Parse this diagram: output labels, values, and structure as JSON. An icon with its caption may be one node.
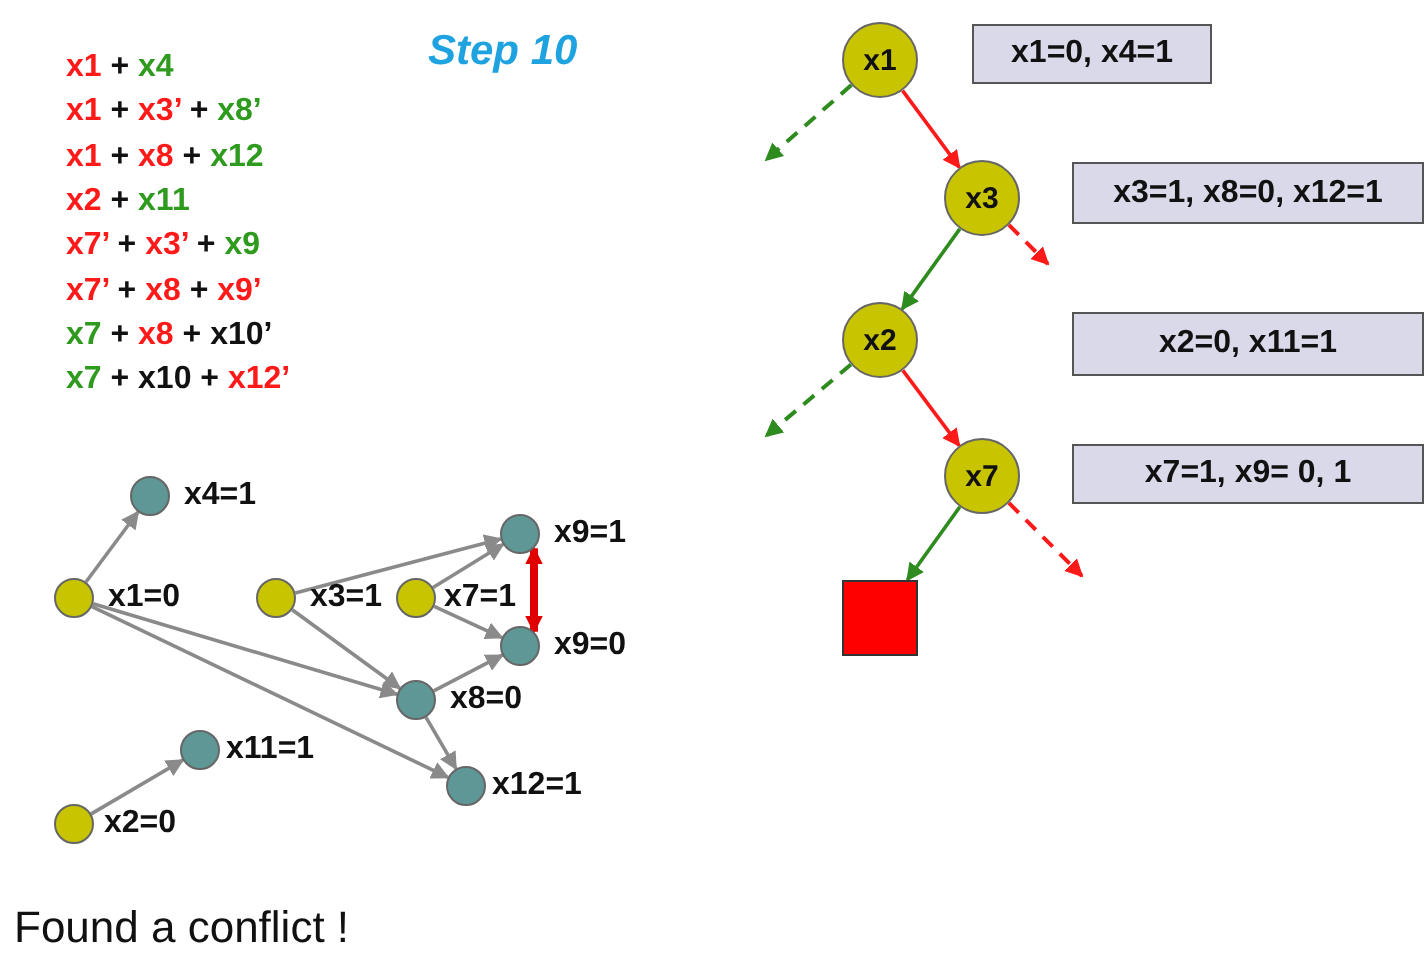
{
  "diagram": {
    "title": "Step 10",
    "caption": "Found a conflict !",
    "nodes": [
      {
        "text": [],
        "shape": "circle",
        "beside": [
          "x4=1"
        ]
      },
      {
        "text": [],
        "shape": "circle",
        "beside": [
          "x1=0"
        ]
      },
      {
        "text": [],
        "shape": "circle",
        "beside": [
          "x3=1"
        ]
      },
      {
        "text": [],
        "shape": "circle",
        "beside": [
          "x7=1"
        ]
      },
      {
        "text": [],
        "shape": "circle",
        "beside": [
          "x9=1"
        ]
      },
      {
        "text": [],
        "shape": "circle",
        "beside": [
          "x9=0"
        ]
      },
      {
        "text": [],
        "shape": "circle",
        "beside": [
          "x8=0"
        ]
      },
      {
        "text": [],
        "shape": "circle",
        "beside": [
          "x11=1"
        ]
      },
      {
        "text": [],
        "shape": "circle",
        "beside": [
          "x12=1"
        ]
      },
      {
        "text": [],
        "shape": "circle",
        "beside": [
          "x2=0"
        ]
      },
      {
        "text": [
          "x1"
        ]
      },
      {
        "text": [
          "x1=0, x4=1"
        ]
      },
      {
        "text": [
          "x3"
        ]
      },
      {
        "text": [
          "x3=1, x8=0, x12=1"
        ]
      },
      {
        "text": [
          "x2"
        ]
      },
      {
        "text": [
          "x2=0, x11=1"
        ]
      },
      {
        "text": [
          "x7"
        ]
      },
      {
        "text": [
          "x7=1, x9= 0, 1"
        ]
      },
      {
        "text": [],
        "shape": "box"
      }
    ],
    "edges": [
      {
        "from": 1,
        "to": 0,
        "arrow": "to"
      },
      {
        "from": 1,
        "to": 6,
        "arrow": "to"
      },
      {
        "from": 1,
        "to": 8,
        "arrow": "to"
      },
      {
        "from": 2,
        "to": 4,
        "arrow": "to"
      },
      {
        "from": 2,
        "to": 6,
        "arrow": "to"
      },
      {
        "from": 3,
        "to": 4,
        "arrow": "to"
      },
      {
        "from": 3,
        "to": 5,
        "arrow": "to"
      },
      {
        "from": 6,
        "to": 5,
        "arrow": "to"
      },
      {
        "from": 6,
        "to": 8,
        "arrow": "to"
      },
      {
        "from": 9,
        "to": 7,
        "arrow": "to"
      },
      {
        "from": 4,
        "to": 5,
        "arrow": "both",
        "style": "thick",
        "color": "#e00000"
      },
      {
        "from": 10,
        "to": null,
        "arrow": "to",
        "style": "dashed",
        "color": "#2e8b1e"
      },
      {
        "from": 10,
        "to": 12,
        "arrow": "to",
        "color": "#ff1a1a"
      },
      {
        "from": 12,
        "to": 14,
        "arrow": "to",
        "color": "#2e8b1e"
      },
      {
        "from": 12,
        "to": null,
        "arrow": "to",
        "style": "dashed",
        "color": "#ff1a1a"
      },
      {
        "from": 14,
        "to": null,
        "arrow": "to",
        "style": "dashed",
        "color": "#2e8b1e"
      },
      {
        "from": 14,
        "to": 16,
        "arrow": "to",
        "color": "#ff1a1a"
      },
      {
        "from": 16,
        "to": 18,
        "arrow": "to",
        "color": "#2e8b1e"
      },
      {
        "from": 16,
        "to": null,
        "arrow": "to",
        "style": "dashed",
        "color": "#ff1a1a"
      }
    ],
    "labels": [
      "x1 + x4",
      "x1 + x3’ + x8’",
      "x1 + x8 + x12",
      "x2 + x11",
      "x7’ + x3’ + x9",
      "x7’ + x8 + x9’",
      "x7 + x8 + x10’",
      "x7 + x10 + x12’"
    ]
  }
}
